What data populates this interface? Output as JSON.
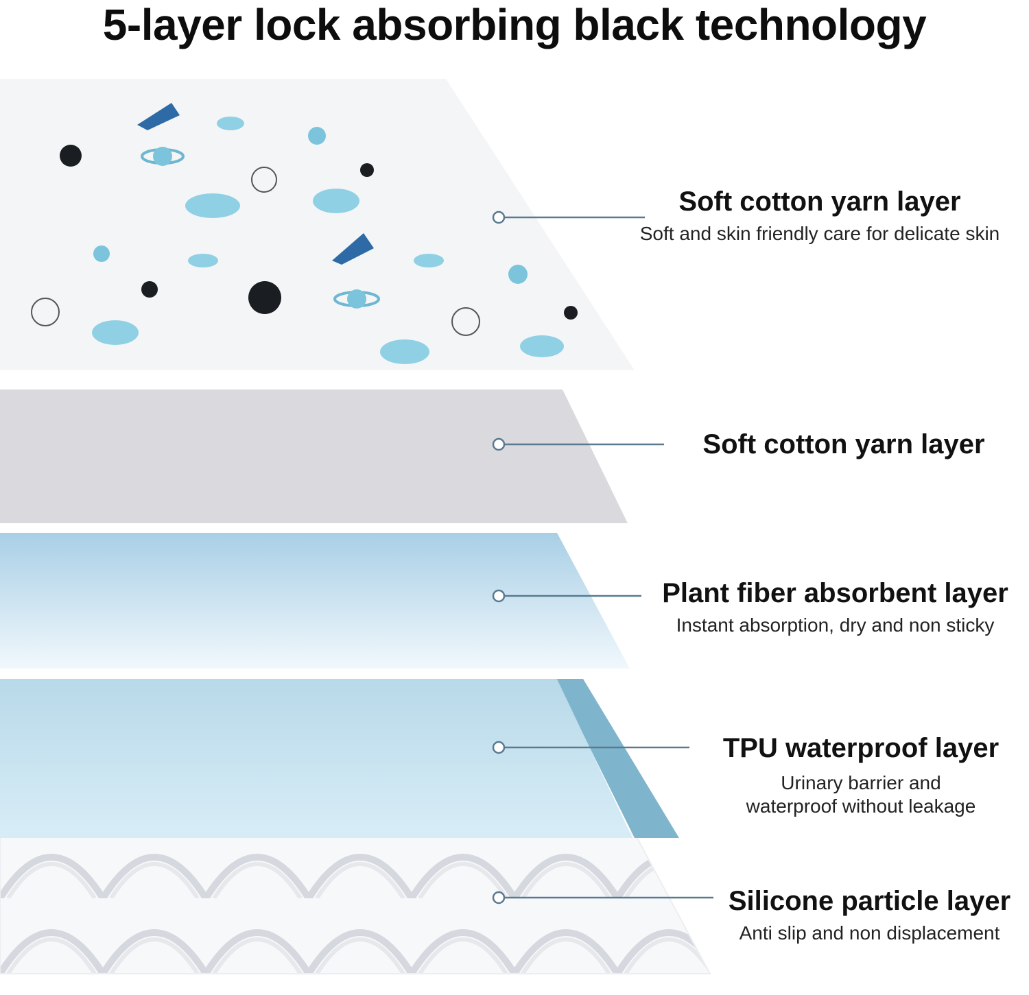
{
  "title": "5-layer lock absorbing black technology",
  "layers": [
    {
      "heading": "Soft cotton yarn layer",
      "description": [
        "Soft and skin friendly care for delicate skin"
      ],
      "icon": "space-print-fabric-icon"
    },
    {
      "heading": "Soft cotton yarn layer",
      "description": [],
      "icon": "gray-fabric-icon"
    },
    {
      "heading": "Plant fiber absorbent layer",
      "description": [
        "Instant absorption, dry and non sticky"
      ],
      "icon": "blue-absorbent-icon"
    },
    {
      "heading": "TPU waterproof layer",
      "description": [
        "Urinary barrier and",
        "waterproof without leakage"
      ],
      "icon": "waterproof-film-icon"
    },
    {
      "heading": "Silicone particle layer",
      "description": [
        "Anti slip and non displacement"
      ],
      "icon": "silicone-wave-icon"
    }
  ],
  "colors": {
    "gray_layer": "#d9d9de",
    "absorbent_top": "#a9cfe6",
    "absorbent_bottom": "#eef6fb",
    "tpu_layer": "#c4e1ef",
    "tpu_edge": "#7fb5cc",
    "callout_line": "#5a7a90"
  }
}
